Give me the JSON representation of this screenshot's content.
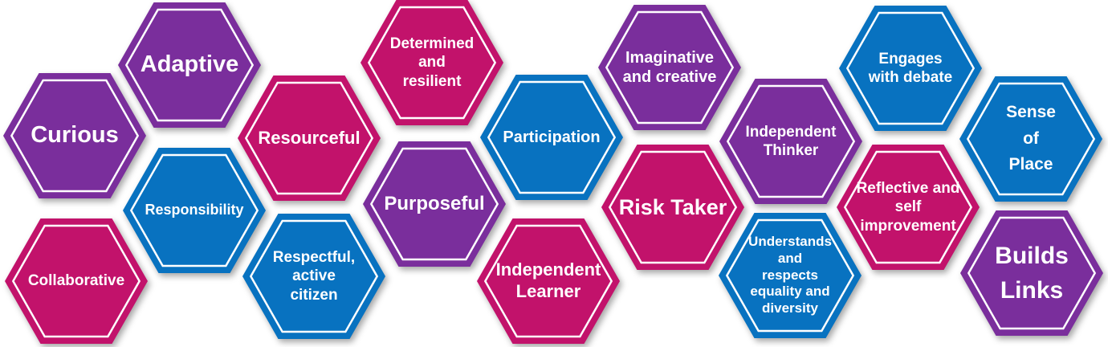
{
  "colors": {
    "purple": "#7a2e9c",
    "magenta": "#c2126b",
    "blue": "#0872c0"
  },
  "hexagons": [
    {
      "label": "Curious",
      "color": "purple"
    },
    {
      "label": "Adaptive",
      "color": "purple"
    },
    {
      "label": "Collaborative",
      "color": "magenta"
    },
    {
      "label": "Responsibility",
      "color": "blue"
    },
    {
      "label": "Resourceful",
      "color": "magenta"
    },
    {
      "label": "Respectful, active citizen",
      "color": "blue"
    },
    {
      "label": "Determined and resilient",
      "color": "magenta"
    },
    {
      "label": "Purposeful",
      "color": "purple"
    },
    {
      "label": "Participation",
      "color": "blue"
    },
    {
      "label": "Independent Learner",
      "color": "magenta"
    },
    {
      "label": "Imaginative and creative",
      "color": "purple"
    },
    {
      "label": "Risk Taker",
      "color": "magenta"
    },
    {
      "label": "Independent Thinker",
      "color": "purple"
    },
    {
      "label": "Understands and respects equality and diversity",
      "color": "blue"
    },
    {
      "label": "Engages with debate",
      "color": "blue"
    },
    {
      "label": "Reflective and self improvement",
      "color": "magenta"
    },
    {
      "label": "Sense of Place",
      "color": "blue"
    },
    {
      "label": "Builds Links",
      "color": "purple"
    }
  ]
}
